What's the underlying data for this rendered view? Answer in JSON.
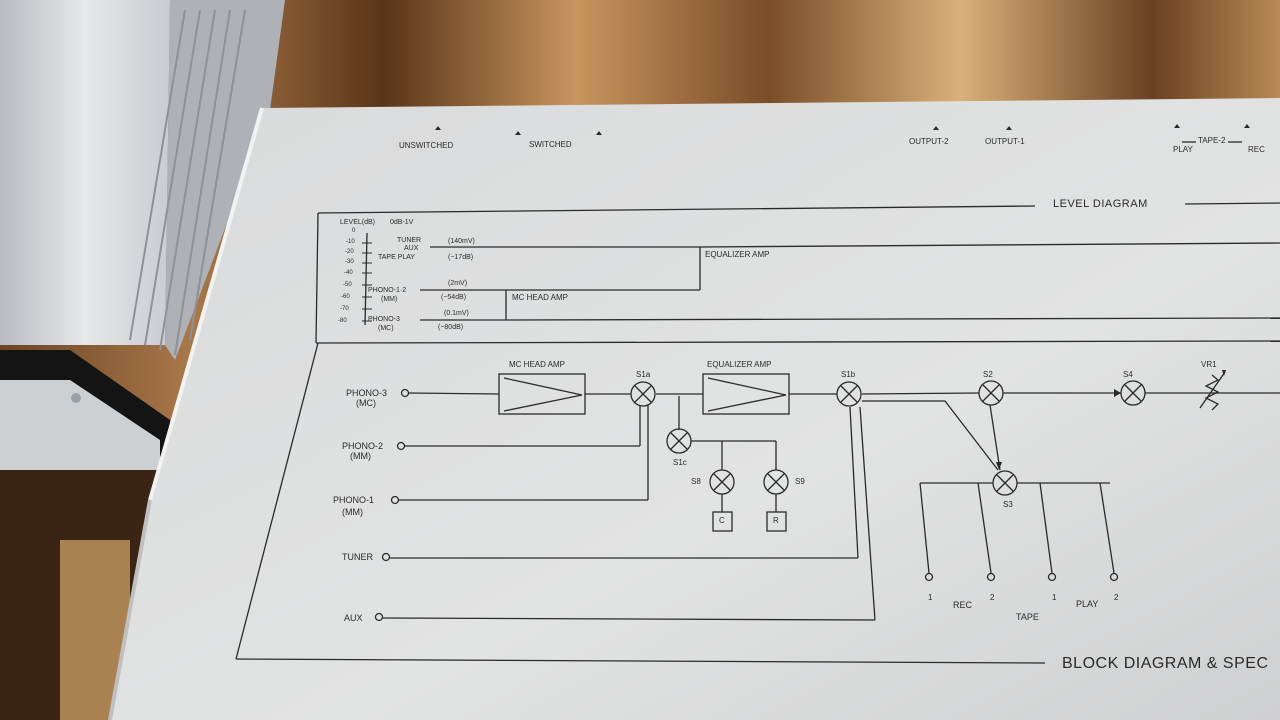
{
  "top_labels": {
    "unswitched": "UNSWITCHED",
    "switched": "SWITCHED",
    "output2": "OUTPUT-2",
    "output1": "OUTPUT-1",
    "tape2": "TAPE-2",
    "play": "PLAY",
    "rec": "REC"
  },
  "level": {
    "title": "LEVEL DIAGRAM",
    "axis": "LEVEL(dB)",
    "ref": "0dB-1V",
    "ticks": [
      "0",
      "-10",
      "-20",
      "-30",
      "-40",
      "-50",
      "-60",
      "-70",
      "-80"
    ],
    "src_tuner": "TUNER",
    "src_aux": "AUX",
    "src_tape": "TAPE PLAY",
    "src_phono12": "PHONO-1·2",
    "src_phono12_sub": "(MM)",
    "src_phono3": "PHONO-3",
    "src_phono3_sub": "(MC)",
    "v140": "(140mV)",
    "v17": "(−17dB)",
    "v2": "(2mV)",
    "v54": "(−54dB)",
    "v01": "(0.1mV)",
    "v80": "(−80dB)",
    "eq_amp": "EQUALIZER AMP",
    "mc_amp": "MC HEAD AMP"
  },
  "block": {
    "title": "BLOCK DIAGRAM & SPEC",
    "phono3": "PHONO-3",
    "phono3_sub": "(MC)",
    "phono2": "PHONO-2",
    "phono2_sub": "(MM)",
    "phono1": "PHONO-1",
    "phono1_sub": "(MM)",
    "tuner": "TUNER",
    "aux": "AUX",
    "mc_amp": "MC HEAD AMP",
    "eq_amp": "EQUALIZER AMP",
    "s1a": "S1a",
    "s1b": "S1b",
    "s1c": "S1c",
    "s2": "S2",
    "s3": "S3",
    "s4": "S4",
    "s8": "S8",
    "s9": "S9",
    "vr1": "VR1",
    "box_c": "C",
    "box_r": "R",
    "t1": "1",
    "t2": "2",
    "t3": "1",
    "t4": "2",
    "rec": "REC",
    "tape": "TAPE",
    "play": "PLAY"
  }
}
